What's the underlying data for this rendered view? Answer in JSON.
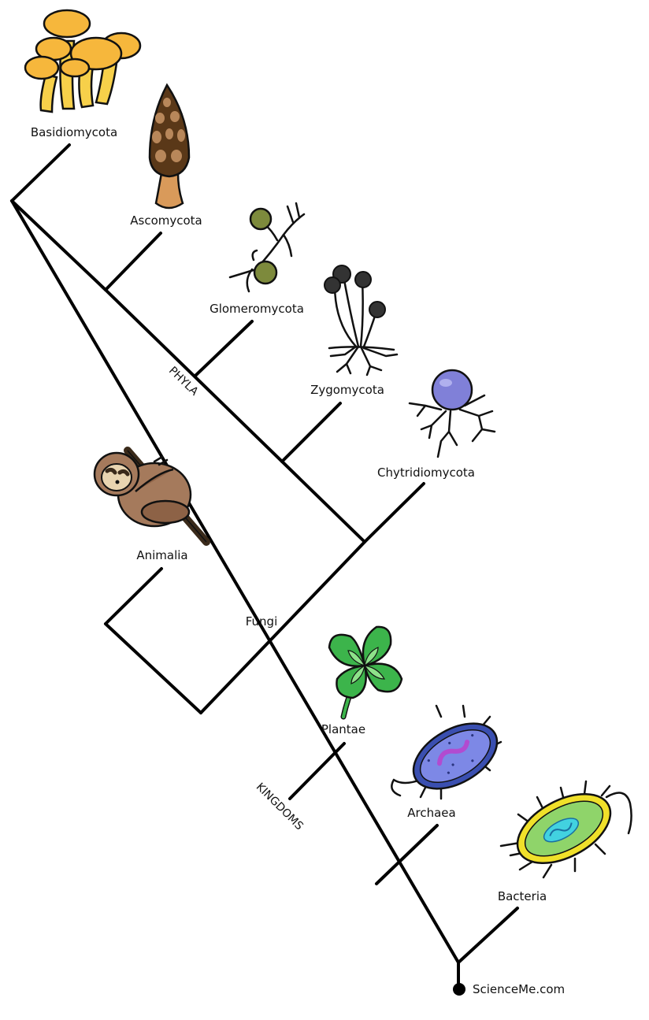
{
  "taxa": {
    "basidiomycota": "Basidiomycota",
    "ascomycota": "Ascomycota",
    "glomeromycota": "Glomeromycota",
    "zygomycota": "Zygomycota",
    "chytridiomycota": "Chytridiomycota",
    "animalia": "Animalia",
    "fungi": "Fungi",
    "plantae": "Plantae",
    "archaea": "Archaea",
    "bacteria": "Bacteria"
  },
  "axis_labels": {
    "phyla": "PHYLA",
    "kingdoms": "KINGDOMS"
  },
  "credit": "ScienceMe.com",
  "icons": {
    "basidiomycota": "mushroom-cluster-icon",
    "ascomycota": "morel-icon",
    "glomeromycota": "spore-hypha-icon",
    "zygomycota": "sporangia-icon",
    "chytridiomycota": "chytrid-icon",
    "animalia": "sloth-icon",
    "plantae": "clover-icon",
    "archaea": "archaea-cell-icon",
    "bacteria": "bacteria-cell-icon"
  },
  "colors": {
    "mushroom": "#f6b73c",
    "morel": "#8a5a2b",
    "spore": "#7d8a3c",
    "chytrid": "#8080d8",
    "sloth": "#a57a5c",
    "clover": "#3cb44b",
    "archaea": "#3a4fb0",
    "bacteria_wall": "#f0e02a",
    "bacteria_body": "#8fd46a"
  }
}
